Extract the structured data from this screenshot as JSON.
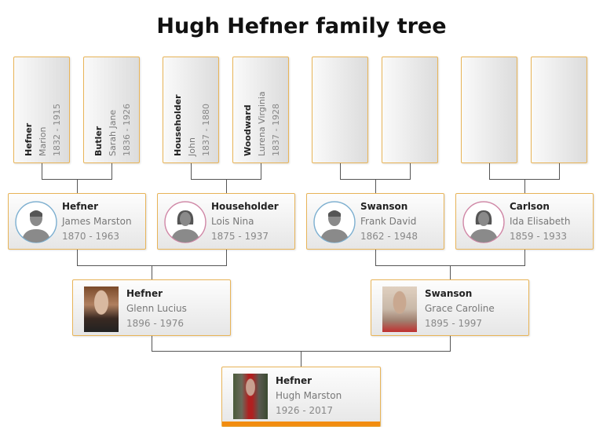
{
  "title": "Hugh Hefner family tree",
  "colors": {
    "border": "#e8b458",
    "accent": "#f28c0f",
    "male": "#7fb0d0",
    "female": "#d08aa8"
  },
  "great_grandparents": [
    {
      "surname": "Hefner",
      "given": "Marion",
      "years": "1832 - 1915"
    },
    {
      "surname": "Butler",
      "given": "Sarah Jane",
      "years": "1836 - 1926"
    },
    {
      "surname": "Householder",
      "given": "John",
      "years": "1837 - 1880"
    },
    {
      "surname": "Woodward",
      "given": "Lurena Virginia",
      "years": "1837 - 1928"
    },
    {
      "surname": "",
      "given": "",
      "years": ""
    },
    {
      "surname": "",
      "given": "",
      "years": ""
    },
    {
      "surname": "",
      "given": "",
      "years": ""
    },
    {
      "surname": "",
      "given": "",
      "years": ""
    }
  ],
  "grandparents": [
    {
      "surname": "Hefner",
      "given": "James Marston",
      "years": "1870 - 1963",
      "icon": "male-avatar-icon"
    },
    {
      "surname": "Householder",
      "given": "Lois Nina",
      "years": "1875 - 1937",
      "icon": "female-avatar-icon"
    },
    {
      "surname": "Swanson",
      "given": "Frank David",
      "years": "1862 - 1948",
      "icon": "male-avatar-icon"
    },
    {
      "surname": "Carlson",
      "given": "Ida Elisabeth",
      "years": "1859 - 1933",
      "icon": "female-avatar-icon"
    }
  ],
  "parents": [
    {
      "surname": "Hefner",
      "given": "Glenn Lucius",
      "years": "1896 - 1976"
    },
    {
      "surname": "Swanson",
      "given": "Grace Caroline",
      "years": "1895 - 1997"
    }
  ],
  "root": {
    "surname": "Hefner",
    "given": "Hugh Marston",
    "years": "1926 - 2017"
  }
}
